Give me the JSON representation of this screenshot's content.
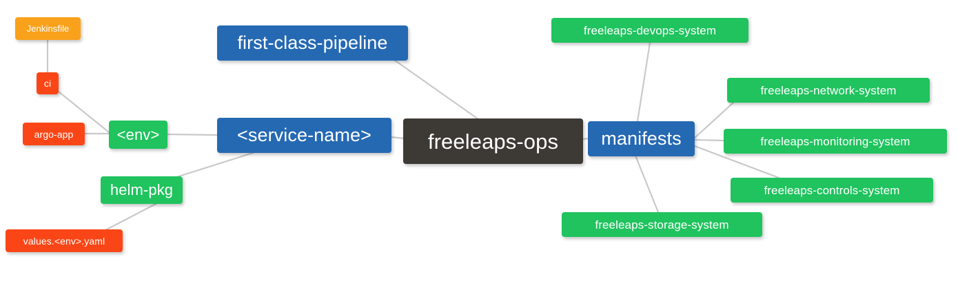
{
  "diagram": {
    "type": "mindmap",
    "title": "freeleaps-ops",
    "background": "#ffffff",
    "edge_color": "#c9c9c9",
    "palette": {
      "root": "#3d3935",
      "blue": "#2569b3",
      "green": "#20c35e",
      "red": "#fa4616",
      "orange": "#f9a11b",
      "text": "#ffffff"
    }
  },
  "nodes": {
    "root": {
      "label": "freeleaps-ops"
    },
    "service_name": {
      "label": "<service-name>"
    },
    "first_class_pipeline": {
      "label": "first-class-pipeline"
    },
    "env": {
      "label": "<env>"
    },
    "ci": {
      "label": "ci"
    },
    "jenkinsfile": {
      "label": "Jenkinsfile"
    },
    "argo_app": {
      "label": "argo-app"
    },
    "helm_pkg": {
      "label": "helm-pkg"
    },
    "values_yaml": {
      "label": "values.<env>.yaml"
    },
    "manifests": {
      "label": "manifests"
    },
    "devops_system": {
      "label": "freeleaps-devops-system"
    },
    "network_system": {
      "label": "freeleaps-network-system"
    },
    "monitoring_system": {
      "label": "freeleaps-monitoring-system"
    },
    "controls_system": {
      "label": "freeleaps-controls-system"
    },
    "storage_system": {
      "label": "freeleaps-storage-system"
    }
  },
  "edges": [
    {
      "from": "service_name",
      "to": "root"
    },
    {
      "from": "first_class_pipeline",
      "to": "root"
    },
    {
      "from": "env",
      "to": "service_name"
    },
    {
      "from": "ci",
      "to": "env"
    },
    {
      "from": "jenkinsfile",
      "to": "ci"
    },
    {
      "from": "argo_app",
      "to": "env"
    },
    {
      "from": "helm_pkg",
      "to": "service_name"
    },
    {
      "from": "values_yaml",
      "to": "helm_pkg"
    },
    {
      "from": "manifests",
      "to": "root"
    },
    {
      "from": "devops_system",
      "to": "manifests"
    },
    {
      "from": "network_system",
      "to": "manifests"
    },
    {
      "from": "monitoring_system",
      "to": "manifests"
    },
    {
      "from": "controls_system",
      "to": "manifests"
    },
    {
      "from": "storage_system",
      "to": "manifests"
    }
  ]
}
